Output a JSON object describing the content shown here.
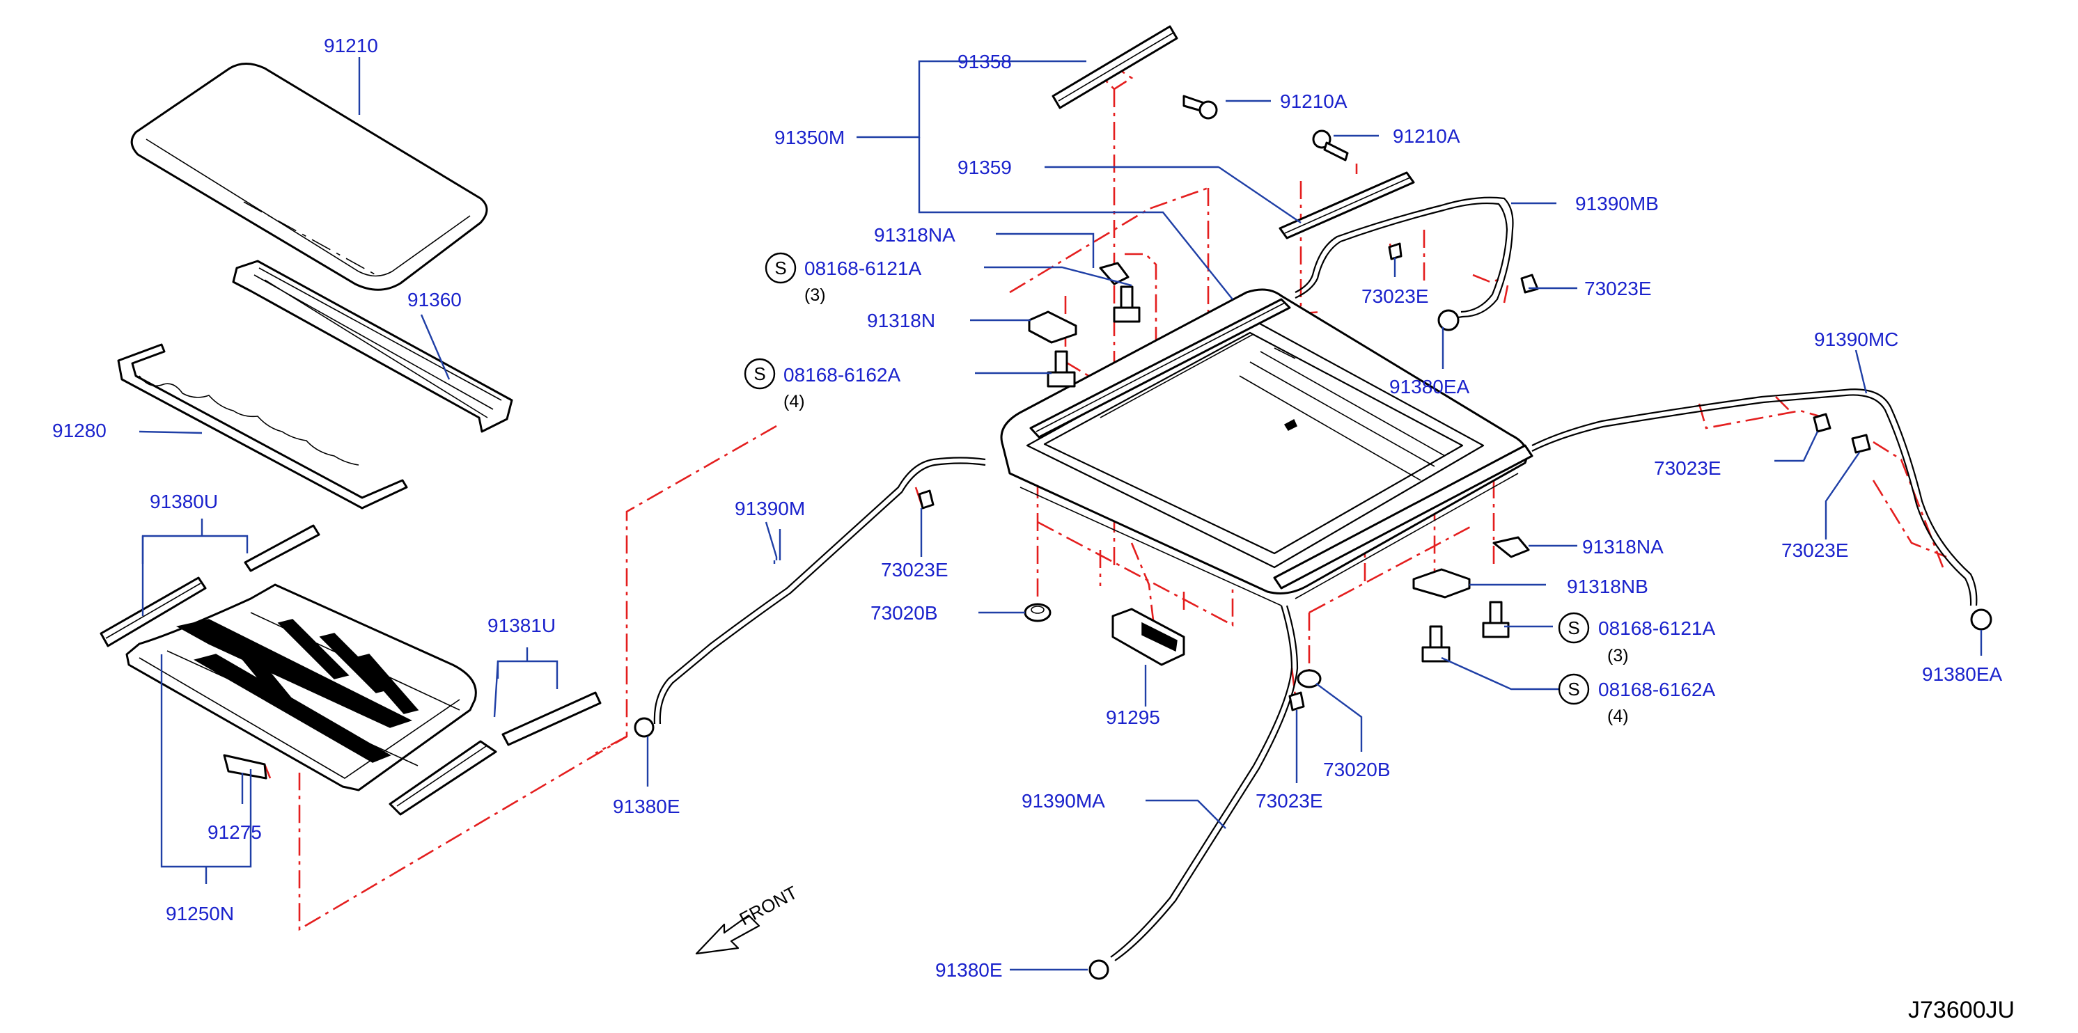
{
  "callouts": {
    "c91210": "91210",
    "c91360": "91360",
    "c91280": "91280",
    "c91380U": "91380U",
    "c91381U": "91381U",
    "c91275": "91275",
    "c91250N": "91250N",
    "c91358": "91358",
    "c91350M": "91350M",
    "c91359": "91359",
    "c91210A_1": "91210A",
    "c91210A_2": "91210A",
    "c91390MB": "91390MB",
    "c91318NA_1": "91318NA",
    "c08168_6121A_1": "08168-6121A",
    "q3_1": "(3)",
    "c91318N": "91318N",
    "c08168_6162A_1": "08168-6162A",
    "q4_1": "(4)",
    "c73023E_1": "73023E",
    "c73023E_2": "73023E",
    "c91380EA_1": "91380EA",
    "c91390MC": "91390MC",
    "c73023E_3": "73023E",
    "c73023E_4": "73023E",
    "c91380EA_2": "91380EA",
    "c91390M": "91390M",
    "c73023E_5": "73023E",
    "c73020B_1": "73020B",
    "c91380E_1": "91380E",
    "c91295": "91295",
    "c91318NA_2": "91318NA",
    "c91318NB": "91318NB",
    "c08168_6121A_2": "08168-6121A",
    "q3_2": "(3)",
    "c08168_6162A_2": "08168-6162A",
    "q4_2": "(4)",
    "c73020B_2": "73020B",
    "c73023E_6": "73023E",
    "c91390MA": "91390MA",
    "c91380E_2": "91380E"
  },
  "symbol_s": "S",
  "front_label": "FRONT",
  "diagram_code": "J73600JU",
  "colors": {
    "callout_text": "#1a22cc",
    "leader_line": "#1f3fa6",
    "dash_line": "#e41e1e",
    "part_outline": "#000000"
  }
}
